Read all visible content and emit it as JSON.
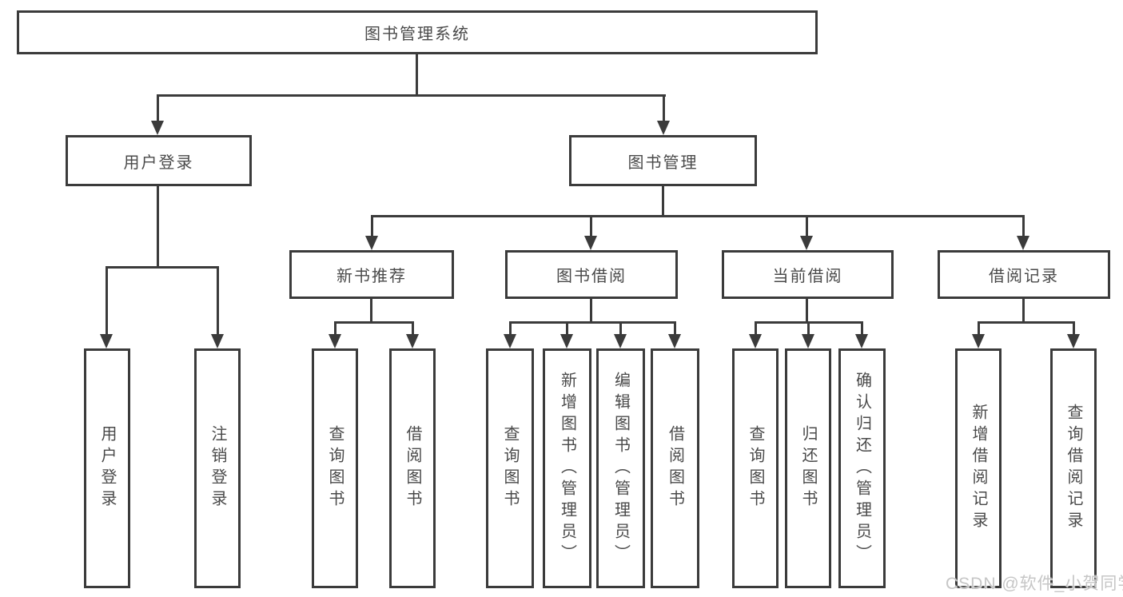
{
  "diagram_title": "图书管理系统",
  "nodes": {
    "root": "图书管理系统",
    "user_login": "用户登录",
    "book_mgmt": "图书管理",
    "new_book_rec": "新书推荐",
    "book_borrow": "图书借阅",
    "current_borrow": "当前借阅",
    "borrow_record": "借阅记录",
    "leaf_user_login": "用户登录",
    "leaf_logout": "注销登录",
    "rec_query": "查询图书",
    "rec_borrow": "借阅图书",
    "bb_query": "查询图书",
    "bb_add": "新增图书（管理员）",
    "bb_edit": "编辑图书（管理员）",
    "bb_borrow": "借阅图书",
    "cb_query": "查询图书",
    "cb_return": "归还图书",
    "cb_confirm": "确认归还（管理员）",
    "br_add": "新增借阅记录",
    "br_query": "查询借阅记录"
  },
  "hierarchy": {
    "root": "图书管理系统",
    "children": [
      {
        "label": "用户登录",
        "children": [
          "用户登录",
          "注销登录"
        ]
      },
      {
        "label": "图书管理",
        "children": [
          {
            "label": "新书推荐",
            "children": [
              "查询图书",
              "借阅图书"
            ]
          },
          {
            "label": "图书借阅",
            "children": [
              "查询图书",
              "新增图书（管理员）",
              "编辑图书（管理员）",
              "借阅图书"
            ]
          },
          {
            "label": "当前借阅",
            "children": [
              "查询图书",
              "归还图书",
              "确认归还（管理员）"
            ]
          },
          {
            "label": "借阅记录",
            "children": [
              "新增借阅记录",
              "查询借阅记录"
            ]
          }
        ]
      }
    ]
  },
  "watermark": "CSDN @软件_小贺同学",
  "colors": {
    "line": "#3b3b3b",
    "text": "#4a4a4a",
    "background": "#ffffff",
    "watermark": "#c6c6c6"
  }
}
